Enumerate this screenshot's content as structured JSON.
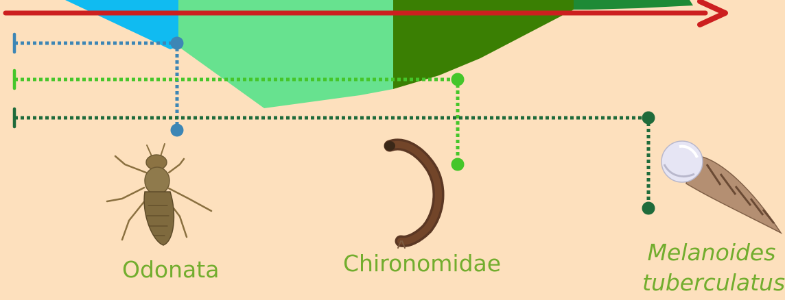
{
  "colors": {
    "background": "#fde0bd",
    "zone_blue": "#10bbf1",
    "zone_light_green": "#67e28f",
    "zone_dark_green": "#3a7f03",
    "zone_mid_green": "#1e8a36",
    "arrow": "#cc1f1f",
    "odonata_line": "#3d86b5",
    "chironomidae_line": "#45c62a",
    "melanoides_line": "#1f6b3b",
    "label": "#72ad2e"
  },
  "taxa": [
    {
      "id": "odonata",
      "label": "Odonata",
      "italic": false,
      "icon": "dragonfly-larva-icon"
    },
    {
      "id": "chironomidae",
      "label": "Chironomidae",
      "italic": false,
      "icon": "midge-larva-icon"
    },
    {
      "id": "melanoides",
      "label_line1": "Melanoides",
      "label_line2": "tuberculatus",
      "italic": true,
      "icon": "snail-shell-icon"
    }
  ]
}
